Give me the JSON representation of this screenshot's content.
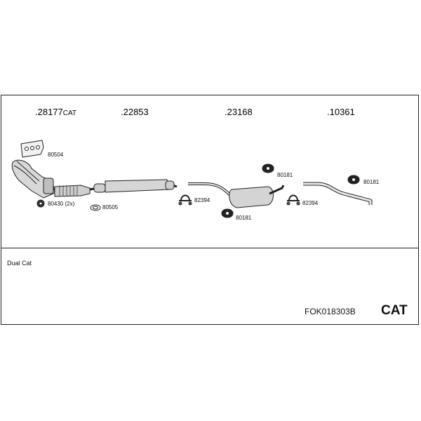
{
  "header_parts": [
    {
      "number": ".28177",
      "suffix": "CAT"
    },
    {
      "number": ".22853",
      "suffix": ""
    },
    {
      "number": ".23168",
      "suffix": ""
    },
    {
      "number": ".10361",
      "suffix": ""
    }
  ],
  "parts": {
    "gasket_manifold": "80504",
    "nut": "80430 (2x)",
    "gasket_ring": "80505",
    "clamp_1": "82394",
    "clamp_2": "82394",
    "hanger_1": "80181",
    "hanger_2": "80181",
    "hanger_3": "80181"
  },
  "note": "Dual Cat",
  "product_code": "FOK018303B",
  "category": "CAT"
}
